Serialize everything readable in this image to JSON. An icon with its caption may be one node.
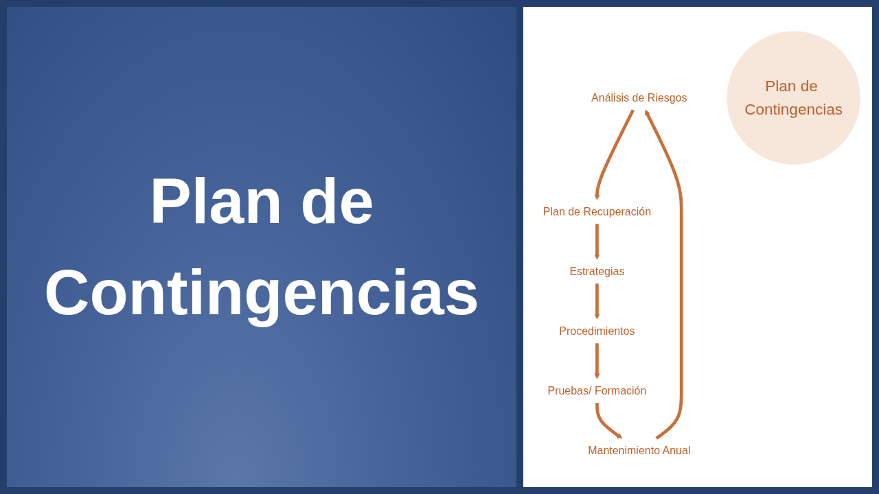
{
  "diagram": {
    "title": "Plan de Contingencias",
    "nodes": [
      {
        "text": [
          "Análisis de Riesgos"
        ]
      },
      {
        "text": [
          "Plan de Recuperación"
        ]
      },
      {
        "text": [
          "Estrategias"
        ]
      },
      {
        "text": [
          "Procedimientos"
        ]
      },
      {
        "text": [
          "Pruebas/ Formación"
        ]
      },
      {
        "text": [
          "Mantenimiento Anual"
        ]
      },
      {
        "text": [
          "Plan de Contingencias"
        ]
      }
    ],
    "edges": [
      {
        "from": 0,
        "to": 1,
        "arrow": "to"
      },
      {
        "from": 1,
        "to": 2,
        "arrow": "to"
      },
      {
        "from": 2,
        "to": 3,
        "arrow": "to"
      },
      {
        "from": 3,
        "to": 4,
        "arrow": "to"
      },
      {
        "from": 4,
        "to": 5,
        "arrow": "to"
      },
      {
        "from": 5,
        "to": 0,
        "arrow": "to"
      }
    ]
  }
}
